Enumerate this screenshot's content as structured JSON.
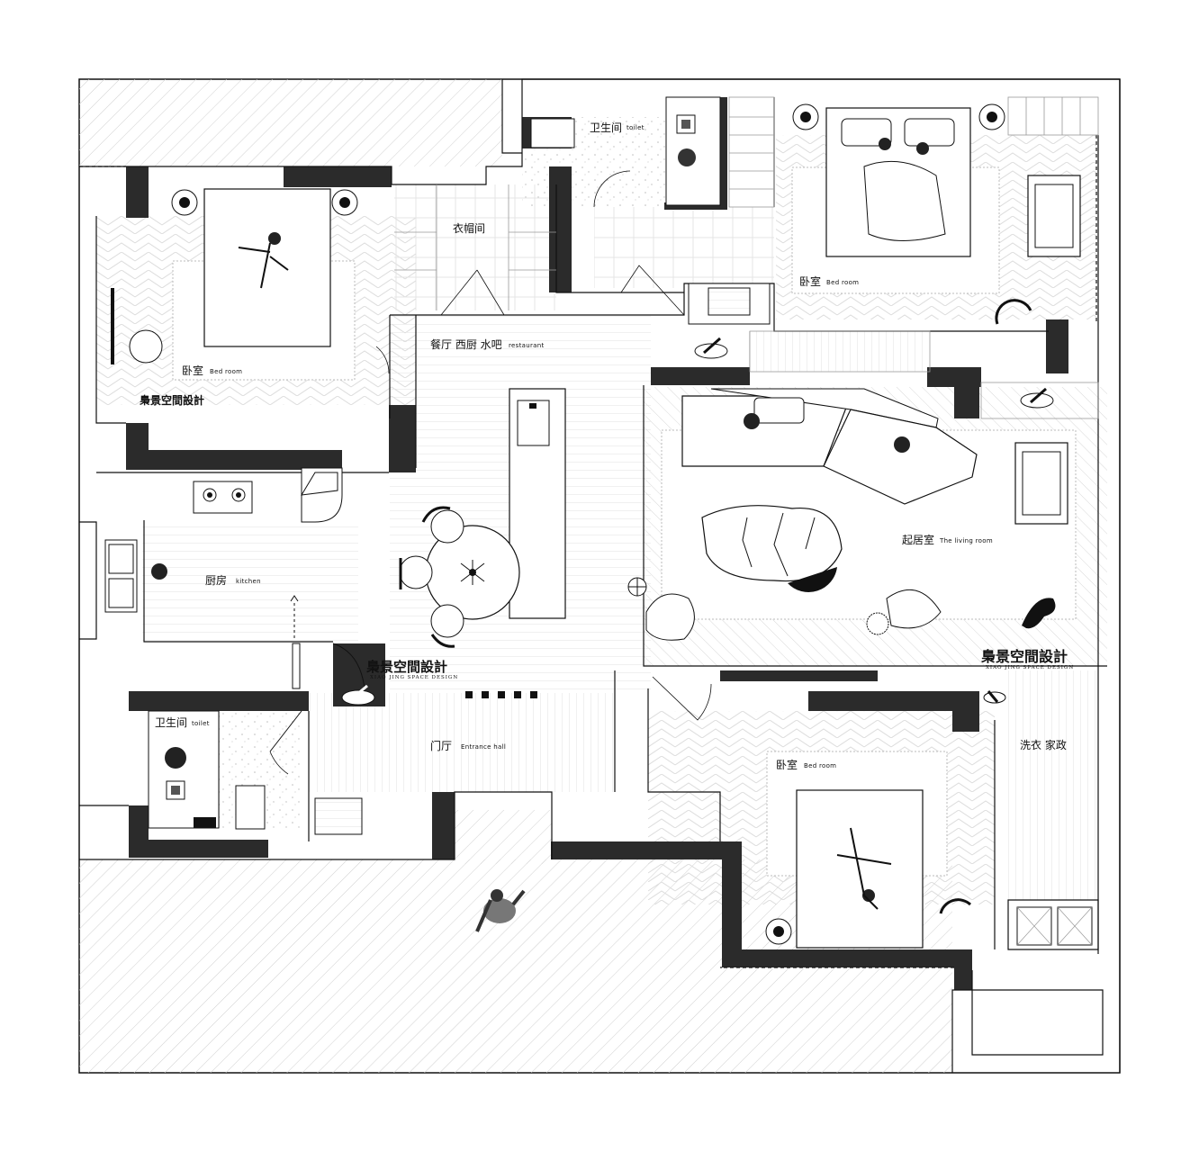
{
  "rooms": {
    "toilet_north": {
      "cn": "卫生间",
      "en": "toilet"
    },
    "bedroom_ne": {
      "cn": "卧室",
      "en": "Bed room"
    },
    "bedroom_nw": {
      "cn": "卧室",
      "en": "Bed room"
    },
    "closet": {
      "cn": "衣帽间"
    },
    "dining": {
      "cn": "餐厅 西厨 水吧",
      "en": "restaurant"
    },
    "living": {
      "cn": "起居室",
      "en": "The living room"
    },
    "kitchen": {
      "cn": "厨房",
      "en": "kitchen"
    },
    "toilet_west": {
      "cn": "卫生间",
      "en": "toilet"
    },
    "entrance": {
      "cn": "门厅",
      "en": "Entrance hall"
    },
    "bedroom_se": {
      "cn": "卧室",
      "en": "Bed room"
    },
    "laundry": {
      "cn": "洗衣 家政"
    }
  },
  "brand": {
    "name": "梟景空間設計",
    "sub": "XIAO JING SPACE DESIGN"
  },
  "colors": {
    "wall": "#2b2b2b",
    "line": "#111111",
    "hatch": "#cfcfcf",
    "floor": "#ffffff"
  }
}
